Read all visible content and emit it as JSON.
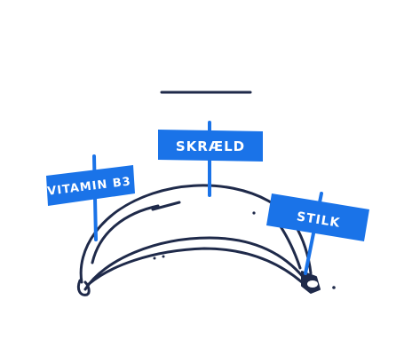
{
  "labels": {
    "vitamin": "VITAMIN B3",
    "peel": "SKRÆLD",
    "stalk": "STILK"
  },
  "colors": {
    "sign": "#1a73e8",
    "ink": "#1f2a4a",
    "background": "#ffffff"
  }
}
